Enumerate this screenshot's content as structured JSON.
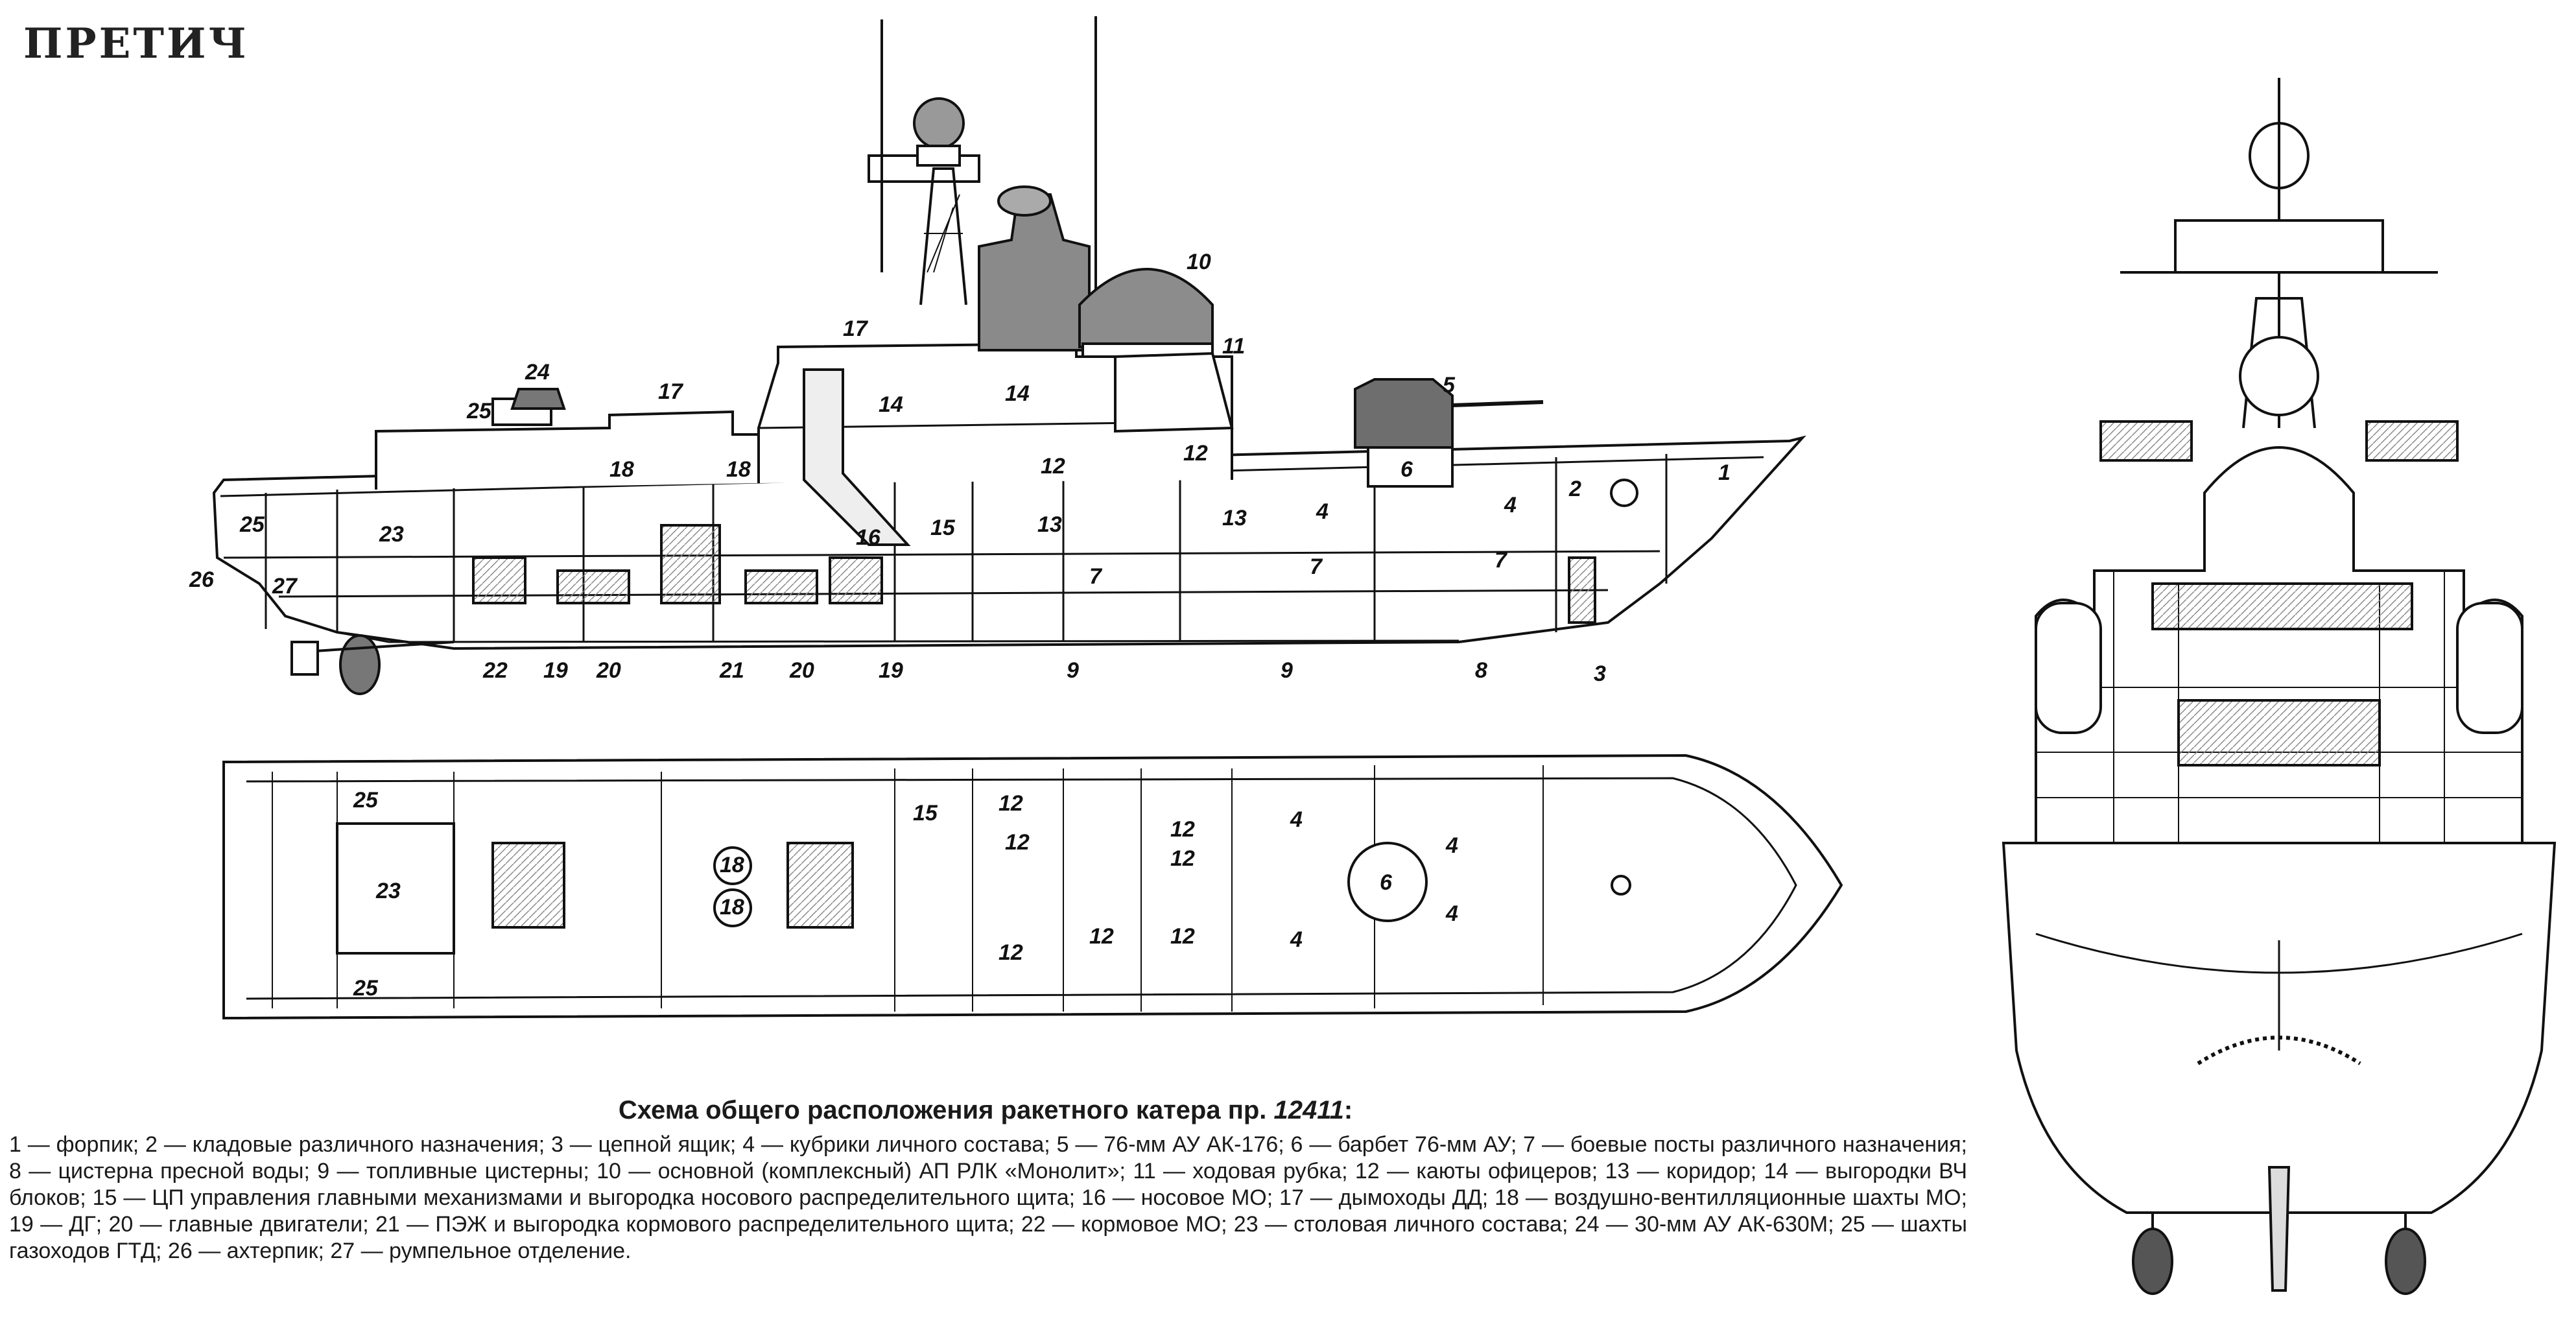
{
  "logo": "ПРЕТИЧ",
  "caption": {
    "title": "Схема общего расположения ракетного катера пр.",
    "project_number": "12411",
    "title_suffix": ":"
  },
  "legend_text": "1 — форпик; 2 — кладовые различного назначения; 3 — цепной ящик; 4 — кубрики личного состава; 5 — 76-мм АУ АК-176; 6 — барбет 76-мм АУ; 7 — боевые посты различного назначения; 8 — цистерна пресной воды; 9 — топливные цистерны; 10 — основной (комплексный) АП РЛК «Монолит»; 11 — ходовая рубка; 12 — каюты офицеров; 13 — коридор; 14 — выгородки ВЧ блоков; 15 — ЦП управления главными механизмами и выгородка носового распределительного щита; 16 — носовое МО; 17 — дымоходы ДД; 18 — воздушно-вентилляционные шахты МО; 19 — ДГ; 20 — главные двигатели; 21 — ПЭЖ и выгородка кормового распределительного щита; 22 — кормовое МО; 23 — столовая личного состава; 24 — 30-мм АУ АК-630М; 25 — шахты газоходов ГТД; 26 — ахтерпик; 27 — румпельное отделение.",
  "callouts": {
    "side_view": [
      "1",
      "2",
      "3",
      "4",
      "5",
      "6",
      "7",
      "7",
      "7",
      "8",
      "9",
      "9",
      "10",
      "11",
      "12",
      "12",
      "13",
      "13",
      "14",
      "14",
      "15",
      "16",
      "17",
      "17",
      "18",
      "18",
      "19",
      "19",
      "20",
      "20",
      "21",
      "22",
      "23",
      "24",
      "25",
      "25",
      "26",
      "27"
    ],
    "plan_view": [
      "25",
      "23",
      "25",
      "18",
      "18",
      "15",
      "12",
      "12",
      "12",
      "12",
      "12",
      "12",
      "12",
      "4",
      "4",
      "4",
      "4",
      "6"
    ]
  }
}
